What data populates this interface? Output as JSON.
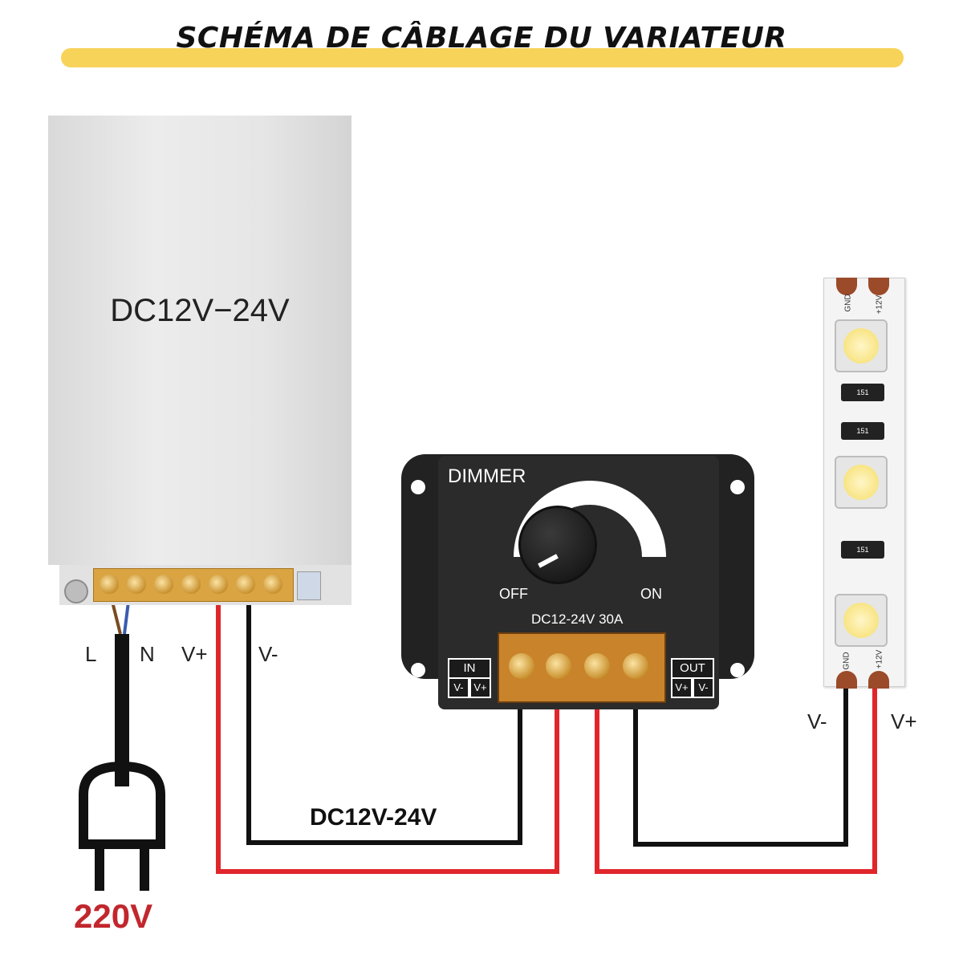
{
  "title": "SCHÉMA DE CÂBLAGE DU VARIATEUR",
  "psu": {
    "label": "DC12V−24V"
  },
  "mains": {
    "label_l": "L",
    "label_n": "N",
    "voltage": "220V"
  },
  "psu_outputs": {
    "v_plus": "V+",
    "v_minus": "V-"
  },
  "wire_label": "DC12V-24V",
  "dimmer": {
    "name": "DIMMER",
    "off": "OFF",
    "on": "ON",
    "rating": "DC12-24V 30A",
    "in_label": "IN",
    "out_label": "OUT",
    "in_minus": "V-",
    "in_plus": "V+",
    "out_plus": "V+",
    "out_minus": "V-"
  },
  "led_strip": {
    "gnd": "GND",
    "plus12": "+12V",
    "resistor": "151",
    "v_minus": "V-",
    "v_plus": "V+"
  },
  "colors": {
    "banner": "#f8d35a",
    "red_wire": "#e0262b",
    "black_wire": "#111111",
    "voltage_text": "#c1272d"
  }
}
